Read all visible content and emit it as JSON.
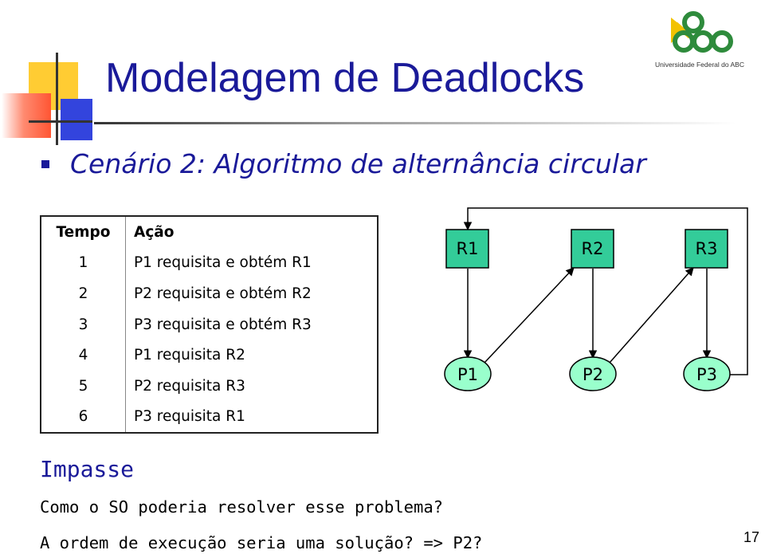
{
  "slide": {
    "title": "Modelagem de Deadlocks",
    "subtitle": "Cenário 2: Algoritmo de alternância circular",
    "logo_text": "Universidade Federal do ABC",
    "page_number": "17"
  },
  "table": {
    "header": {
      "time": "Tempo",
      "action": "Ação"
    },
    "rows": [
      {
        "time": "1",
        "action": "P1 requisita e obtém R1"
      },
      {
        "time": "2",
        "action": "P2 requisita e obtém R2"
      },
      {
        "time": "3",
        "action": "P3 requisita e obtém R3"
      },
      {
        "time": "4",
        "action": "P1 requisita R2"
      },
      {
        "time": "5",
        "action": "P2 requisita R3"
      },
      {
        "time": "6",
        "action": "P3 requisita R1"
      }
    ]
  },
  "graph": {
    "resources": [
      "R1",
      "R2",
      "R3"
    ],
    "processes": [
      "P1",
      "P2",
      "P3"
    ],
    "resource_color": "#33cc99",
    "process_color": "#99ffcc"
  },
  "text": {
    "impasse": "Impasse",
    "question1": "Como o SO poderia resolver esse problema?",
    "question2": "A ordem de execução seria uma solução? => P2?"
  },
  "colors": {
    "title": "#1a1a99",
    "deco_yellow": "#ffcc33",
    "deco_red": "#ff5533",
    "deco_blue": "#3344dd",
    "logo_green": "#2e8b3c",
    "logo_yellow": "#f2c200"
  }
}
